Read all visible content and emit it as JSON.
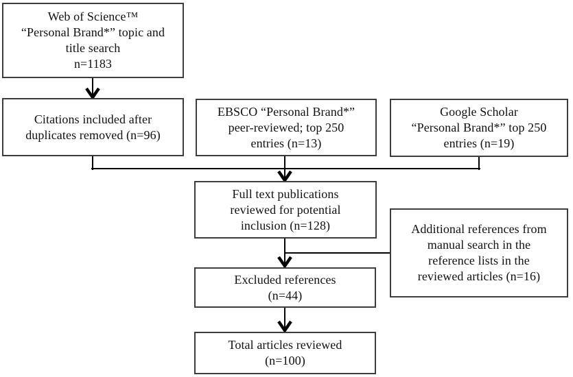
{
  "flowchart": {
    "nodes": {
      "web_of_science": {
        "lines": [
          "Web of Science™",
          "“Personal Brand*” topic and",
          "title search",
          "n=1183"
        ]
      },
      "citations_included": {
        "lines": [
          "Citations included after",
          "duplicates removed (n=96)"
        ]
      },
      "ebsco": {
        "lines": [
          "EBSCO “Personal Brand*”",
          "peer-reviewed; top 250",
          "entries (n=13)"
        ]
      },
      "google_scholar": {
        "lines": [
          "Google Scholar",
          "“Personal Brand*” top 250",
          "entries (n=19)"
        ]
      },
      "full_text": {
        "lines": [
          "Full text publications",
          "reviewed for potential",
          "inclusion (n=128)"
        ]
      },
      "additional_references": {
        "lines": [
          "Additional references from",
          "manual search in the",
          "reference lists in the",
          "reviewed articles (n=16)"
        ]
      },
      "excluded_references": {
        "lines": [
          "Excluded references",
          "(n=44)"
        ]
      },
      "total_articles": {
        "lines": [
          "Total articles reviewed",
          "(n=100)"
        ]
      }
    },
    "edges": [
      {
        "from": "web_of_science",
        "to": "citations_included"
      },
      {
        "from": "citations_included",
        "to": "full_text"
      },
      {
        "from": "ebsco",
        "to": "full_text"
      },
      {
        "from": "google_scholar",
        "to": "full_text"
      },
      {
        "from": "full_text",
        "to": "excluded_references"
      },
      {
        "from": "additional_references",
        "to": "excluded_references"
      },
      {
        "from": "excluded_references",
        "to": "total_articles"
      }
    ],
    "colors": {
      "box_border": "#3c3c3c",
      "line": "#000000",
      "text": "#111111",
      "background": "#ffffff"
    }
  }
}
